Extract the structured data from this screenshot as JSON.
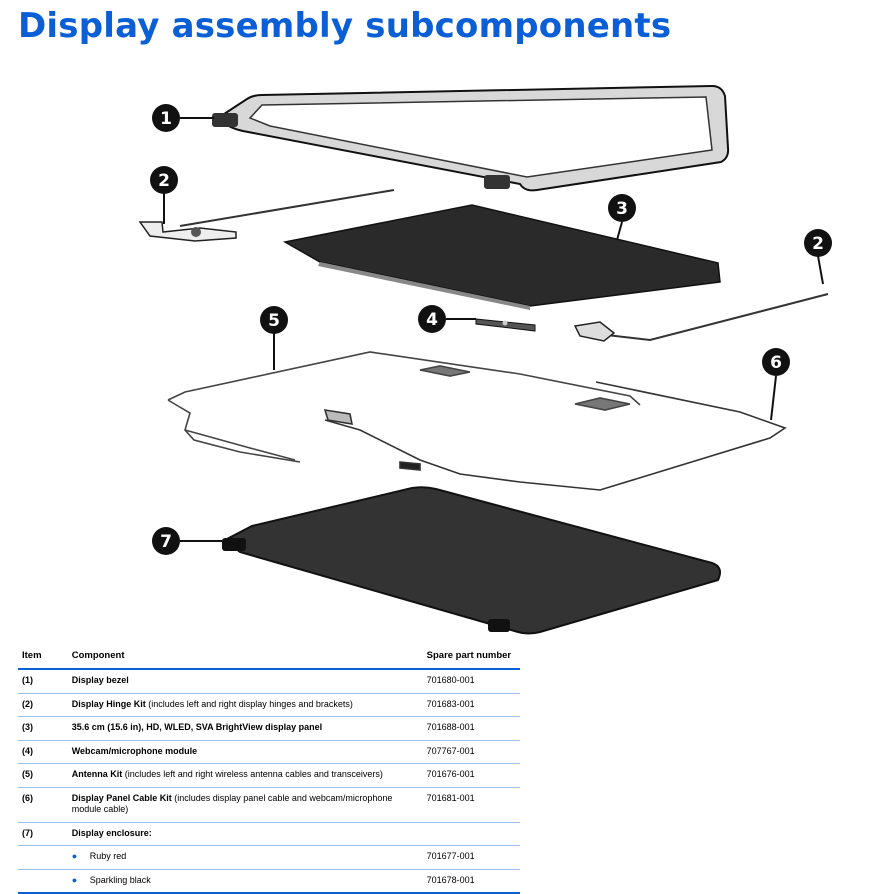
{
  "page_title": "Display assembly subcomponents",
  "callouts": [
    "1",
    "2",
    "3",
    "2",
    "4",
    "5",
    "6",
    "7"
  ],
  "table": {
    "headers": {
      "item": "Item",
      "component": "Component",
      "spare": "Spare part number"
    },
    "rows": [
      {
        "item": "(1)",
        "name": "Display bezel",
        "desc": "",
        "spare": "701680-001"
      },
      {
        "item": "(2)",
        "name": "Display Hinge Kit",
        "desc": " (includes left and right display hinges and brackets)",
        "spare": "701683-001"
      },
      {
        "item": "(3)",
        "name": "35.6 cm (15.6 in), HD, WLED, SVA BrightView display panel",
        "desc": "",
        "spare": "701688-001"
      },
      {
        "item": "(4)",
        "name": "Webcam/microphone module",
        "desc": "",
        "spare": "707767-001"
      },
      {
        "item": "(5)",
        "name": "Antenna Kit",
        "desc": " (includes left and right wireless antenna cables and transceivers)",
        "spare": "701676-001"
      },
      {
        "item": "(6)",
        "name": "Display Panel Cable Kit",
        "desc": " (includes display panel cable and webcam/microphone module cable)",
        "spare": "701681-001"
      },
      {
        "item": "(7)",
        "name": "Display enclosure:",
        "desc": "",
        "spare": ""
      }
    ],
    "sub_rows": [
      {
        "label": "Ruby red",
        "spare": "701677-001"
      },
      {
        "label": "Sparkling black",
        "spare": "701678-001"
      }
    ]
  }
}
